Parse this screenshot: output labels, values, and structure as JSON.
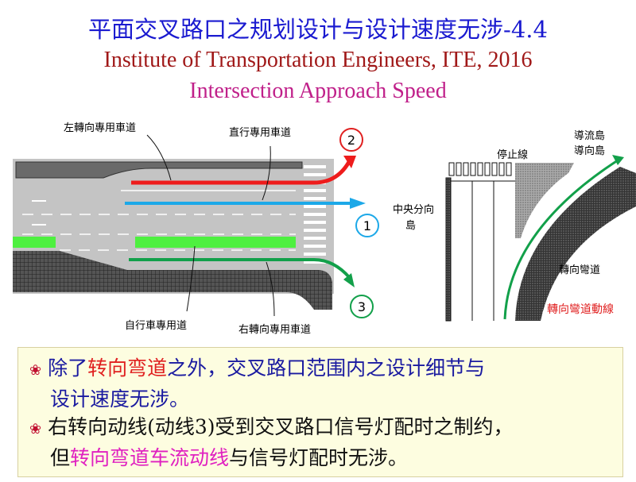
{
  "title": {
    "line1": "平面交叉路口之规划设计与设计速度无涉-4.4",
    "line2": "Institute of Transportation Engineers, ITE, 2016",
    "line3": "Intersection Approach Speed"
  },
  "diagram_left": {
    "left_turn_lane": "左轉向專用車道",
    "through_lane": "直行專用車道",
    "bike_lane": "自行車專用道",
    "right_turn_lane": "右轉向專用車道",
    "marker1": "1",
    "marker2": "2",
    "marker3": "3",
    "colors": {
      "left": "#ee1c1c",
      "through": "#1ca8e8",
      "right": "#12a04a",
      "bike": "#4ef040"
    }
  },
  "diagram_right": {
    "median": "中央分向",
    "median2": "島",
    "stop_line": "停止線",
    "island1": "導流島",
    "island2": "導向島",
    "ramp": "轉向彎道",
    "ramp_flow": "轉向彎道動線"
  },
  "bullets": [
    {
      "p1": "除了",
      "p2": "转向弯道",
      "p3": "之外，交叉路口范围内之设计细节与",
      "p4": "设计速度无涉。"
    },
    {
      "p1": "右转向动线(动线3)受到交叉路口信号灯配时之制约，",
      "p2": "但",
      "p3": "转向弯道车流动线",
      "p4": "与信号灯配时无涉。"
    }
  ]
}
